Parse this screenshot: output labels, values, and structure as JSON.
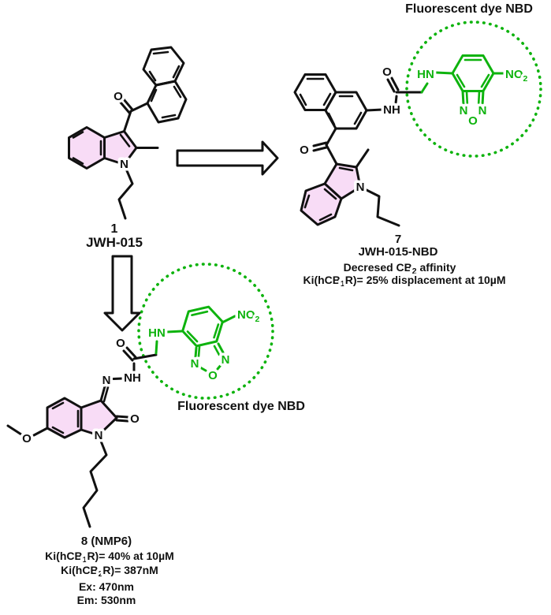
{
  "figure": {
    "dye_label_top": "Fluorescent dye NBD",
    "dye_label_bottom": "Fluorescent dye NBD",
    "compound1": {
      "number": "1",
      "name": "JWH-015"
    },
    "compound7": {
      "number": "7",
      "name": "JWH-015-NBD",
      "affinity_pre": "Decresed CB",
      "affinity_sub": "2",
      "affinity_post": " affinity",
      "ki_pre": "Ki(hCB",
      "ki_sub": "1",
      "ki_post": "R)= 25% displacement at 10µM"
    },
    "compound8": {
      "title": "8 (NMP6)",
      "ki1_pre": "Ki(hCB",
      "ki1_sub": "1",
      "ki1_post": "R)= 40% at 10µM",
      "ki2_pre": "Ki(hCB",
      "ki2_sub": "2",
      "ki2_post": "R)= 387nM",
      "ex": "Ex: 470nm",
      "em": "Em: 530nm"
    }
  },
  "atoms": {
    "oxygen": "O",
    "nitrogen": "N",
    "nh": "NH",
    "hn": "HN",
    "nitro": "NO",
    "nitro_sub": "2"
  },
  "colors": {
    "bond_black": "#111111",
    "nbd_green": "#0eb30e",
    "indole_pink": "#f8dcf6",
    "background": "#ffffff"
  }
}
